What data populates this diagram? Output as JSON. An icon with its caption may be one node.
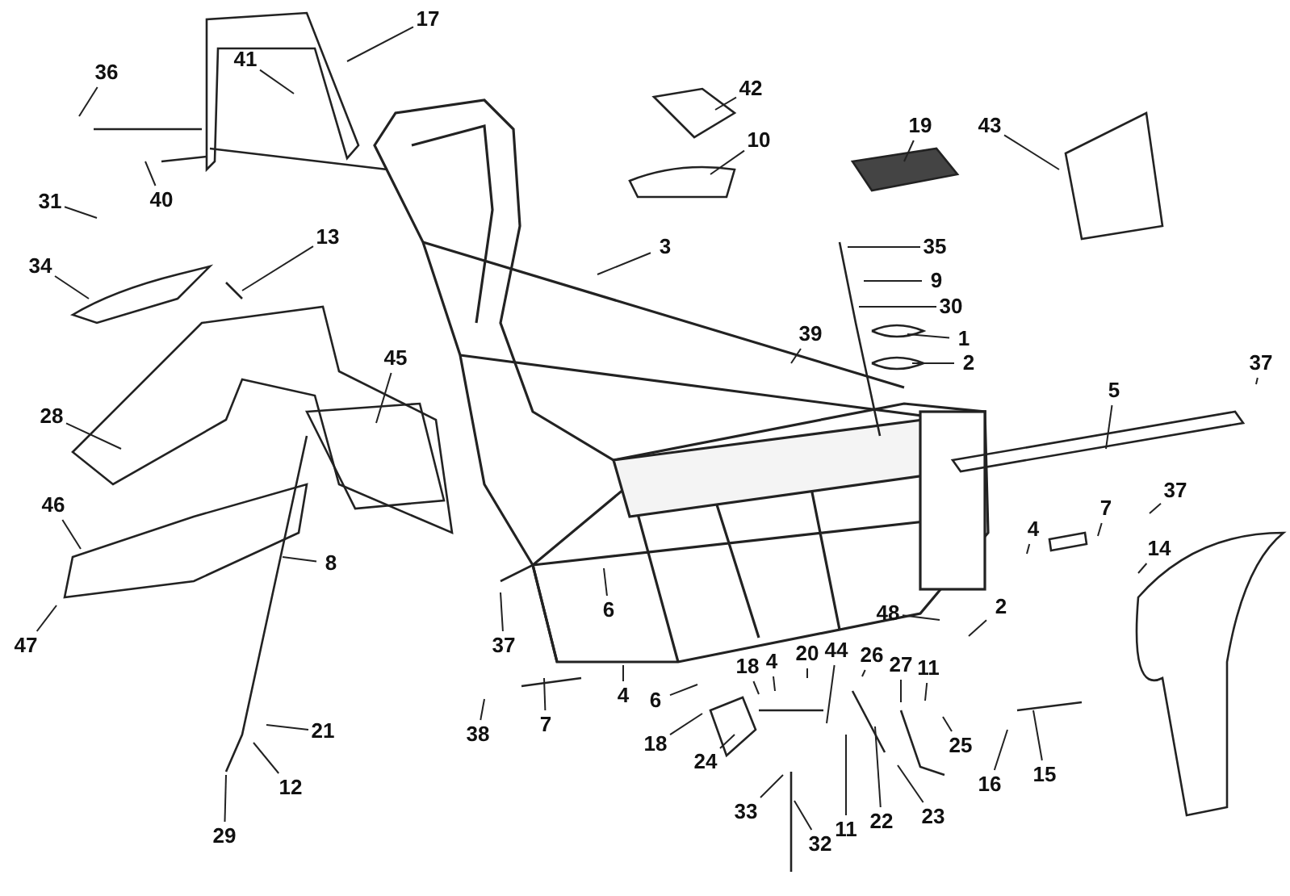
{
  "diagram": {
    "nodes": [
      {
        "text": [
          "17"
        ]
      },
      {
        "text": [
          "41"
        ]
      },
      {
        "text": [
          "36"
        ]
      },
      {
        "text": [
          "40"
        ]
      },
      {
        "text": [
          "42"
        ]
      },
      {
        "text": [
          "10"
        ]
      },
      {
        "text": [
          "19"
        ]
      },
      {
        "text": [
          "43"
        ]
      },
      {
        "text": [
          "31"
        ]
      },
      {
        "text": [
          "13"
        ]
      },
      {
        "text": [
          "34"
        ]
      },
      {
        "text": [
          "3"
        ]
      },
      {
        "text": [
          "35"
        ]
      },
      {
        "text": [
          "9"
        ]
      },
      {
        "text": [
          "30"
        ]
      },
      {
        "text": [
          "45"
        ]
      },
      {
        "text": [
          "1"
        ]
      },
      {
        "text": [
          "39"
        ]
      },
      {
        "text": [
          "2"
        ]
      },
      {
        "text": [
          "37"
        ]
      },
      {
        "text": [
          "28"
        ]
      },
      {
        "text": [
          "5"
        ]
      },
      {
        "text": [
          "46"
        ]
      },
      {
        "text": [
          "8"
        ]
      },
      {
        "text": [
          "4"
        ]
      },
      {
        "text": [
          "7"
        ]
      },
      {
        "text": [
          "37"
        ]
      },
      {
        "text": [
          "14"
        ]
      },
      {
        "text": [
          "47"
        ]
      },
      {
        "text": [
          "6"
        ]
      },
      {
        "text": [
          "37"
        ]
      },
      {
        "text": [
          "2"
        ]
      },
      {
        "text": [
          "48"
        ]
      },
      {
        "text": [
          "6"
        ]
      },
      {
        "text": [
          "18"
        ]
      },
      {
        "text": [
          "4"
        ]
      },
      {
        "text": [
          "20"
        ]
      },
      {
        "text": [
          "44"
        ]
      },
      {
        "text": [
          "26"
        ]
      },
      {
        "text": [
          "27"
        ]
      },
      {
        "text": [
          "11"
        ]
      },
      {
        "text": [
          "25"
        ]
      },
      {
        "text": [
          "16"
        ]
      },
      {
        "text": [
          "15"
        ]
      },
      {
        "text": [
          "21"
        ]
      },
      {
        "text": [
          "38"
        ]
      },
      {
        "text": [
          "7"
        ]
      },
      {
        "text": [
          "4"
        ]
      },
      {
        "text": [
          "12"
        ]
      },
      {
        "text": [
          "18"
        ]
      },
      {
        "text": [
          "24"
        ]
      },
      {
        "text": [
          "29"
        ]
      },
      {
        "text": [
          "33"
        ]
      },
      {
        "text": [
          "32"
        ]
      },
      {
        "text": [
          "11"
        ]
      },
      {
        "text": [
          "22"
        ]
      },
      {
        "text": [
          "23"
        ]
      }
    ],
    "edges": [
      {
        "from": 0,
        "to": null,
        "arrow": "none"
      },
      {
        "from": 1,
        "to": null,
        "arrow": "none"
      },
      {
        "from": 2,
        "to": null,
        "arrow": "none"
      },
      {
        "from": 3,
        "to": null,
        "arrow": "none"
      },
      {
        "from": 4,
        "to": null,
        "arrow": "none"
      },
      {
        "from": 5,
        "to": null,
        "arrow": "none"
      },
      {
        "from": 6,
        "to": null,
        "arrow": "none"
      },
      {
        "from": 7,
        "to": null,
        "arrow": "none"
      },
      {
        "from": 8,
        "to": null,
        "arrow": "none"
      },
      {
        "from": 9,
        "to": null,
        "arrow": "none"
      },
      {
        "from": 10,
        "to": null,
        "arrow": "none"
      },
      {
        "from": 11,
        "to": null,
        "arrow": "none"
      },
      {
        "from": 12,
        "to": null,
        "arrow": "none"
      },
      {
        "from": 13,
        "to": null,
        "arrow": "none"
      },
      {
        "from": 14,
        "to": null,
        "arrow": "none"
      },
      {
        "from": 15,
        "to": null,
        "arrow": "none"
      },
      {
        "from": 16,
        "to": null,
        "arrow": "none"
      },
      {
        "from": 17,
        "to": null,
        "arrow": "none"
      },
      {
        "from": 18,
        "to": null,
        "arrow": "none"
      },
      {
        "from": 19,
        "to": null,
        "arrow": "none"
      },
      {
        "from": 20,
        "to": null,
        "arrow": "none"
      },
      {
        "from": 21,
        "to": null,
        "arrow": "none"
      },
      {
        "from": 22,
        "to": null,
        "arrow": "none"
      },
      {
        "from": 23,
        "to": null,
        "arrow": "none"
      },
      {
        "from": 24,
        "to": null,
        "arrow": "none"
      },
      {
        "from": 25,
        "to": null,
        "arrow": "none"
      },
      {
        "from": 26,
        "to": null,
        "arrow": "none"
      },
      {
        "from": 27,
        "to": null,
        "arrow": "none"
      },
      {
        "from": 28,
        "to": null,
        "arrow": "none"
      },
      {
        "from": 29,
        "to": null,
        "arrow": "none"
      },
      {
        "from": 30,
        "to": null,
        "arrow": "none"
      },
      {
        "from": 31,
        "to": null,
        "arrow": "none"
      },
      {
        "from": 32,
        "to": null,
        "arrow": "none"
      },
      {
        "from": 33,
        "to": null,
        "arrow": "none"
      },
      {
        "from": 34,
        "to": null,
        "arrow": "none"
      },
      {
        "from": 35,
        "to": null,
        "arrow": "none"
      },
      {
        "from": 36,
        "to": null,
        "arrow": "none"
      },
      {
        "from": 37,
        "to": null,
        "arrow": "none"
      },
      {
        "from": 38,
        "to": null,
        "arrow": "none"
      },
      {
        "from": 39,
        "to": null,
        "arrow": "none"
      },
      {
        "from": 40,
        "to": null,
        "arrow": "none"
      },
      {
        "from": 41,
        "to": null,
        "arrow": "none"
      },
      {
        "from": 42,
        "to": null,
        "arrow": "none"
      },
      {
        "from": 43,
        "to": null,
        "arrow": "none"
      },
      {
        "from": 44,
        "to": null,
        "arrow": "none"
      },
      {
        "from": 45,
        "to": null,
        "arrow": "none"
      },
      {
        "from": 46,
        "to": null,
        "arrow": "none"
      },
      {
        "from": 47,
        "to": null,
        "arrow": "none"
      },
      {
        "from": 48,
        "to": null,
        "arrow": "none"
      },
      {
        "from": 49,
        "to": null,
        "arrow": "none"
      },
      {
        "from": 50,
        "to": null,
        "arrow": "none"
      },
      {
        "from": 51,
        "to": null,
        "arrow": "none"
      },
      {
        "from": 52,
        "to": null,
        "arrow": "none"
      },
      {
        "from": 53,
        "to": null,
        "arrow": "none"
      },
      {
        "from": 54,
        "to": null,
        "arrow": "none"
      },
      {
        "from": 55,
        "to": null,
        "arrow": "none"
      },
      {
        "from": 56,
        "to": null,
        "arrow": "none"
      }
    ]
  }
}
